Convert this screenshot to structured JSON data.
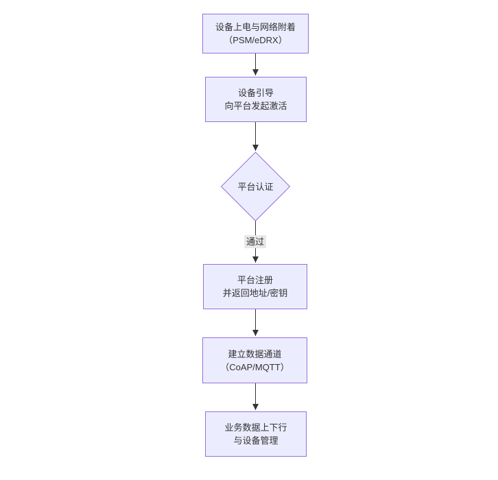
{
  "diagram": {
    "type": "flowchart-top-down",
    "nodes": {
      "power": {
        "line1": "设备上电与网络附着",
        "line2": "（PSM/eDRX）"
      },
      "boot": {
        "line1": "设备引导",
        "line2": "向平台发起激活"
      },
      "auth": {
        "label": "平台认证"
      },
      "register": {
        "line1": "平台注册",
        "line2": "并返回地址/密钥"
      },
      "channel": {
        "line1": "建立数据通道",
        "line2": "（CoAP/MQTT）"
      },
      "business": {
        "line1": "业务数据上下行",
        "line2": "与设备管理"
      }
    },
    "edges": {
      "auth_pass_label": "通过"
    }
  },
  "colors": {
    "background": "#ffffff",
    "node-fill": "#ECECFF",
    "node-border": "#9370DB",
    "text": "#333333",
    "edge": "#333333",
    "edge-label-bg": "#e8e8e8"
  }
}
